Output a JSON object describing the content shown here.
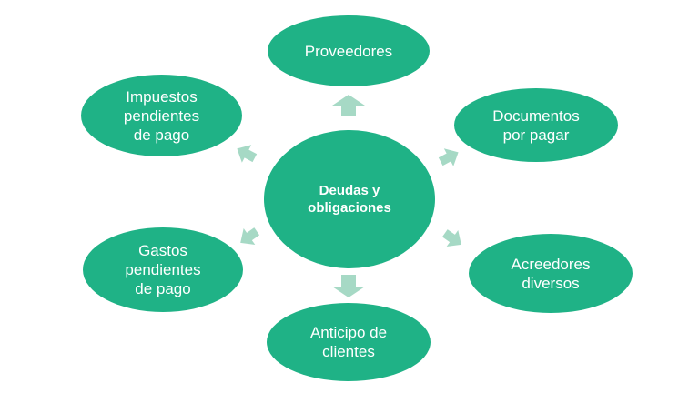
{
  "colors": {
    "node": "#1fb286",
    "arrow": "#a6d9c5",
    "text": "#ffffff"
  },
  "diagram": {
    "center": {
      "label": "Deudas y\nobligaciones"
    },
    "nodes": [
      {
        "label": "Proveedores"
      },
      {
        "label": "Documentos\npor pagar"
      },
      {
        "label": "Acreedores\ndiversos"
      },
      {
        "label": "Anticipo de\nclientes"
      },
      {
        "label": "Gastos\npendientes\nde pago"
      },
      {
        "label": "Impuestos\npendientes\nde pago"
      }
    ]
  }
}
